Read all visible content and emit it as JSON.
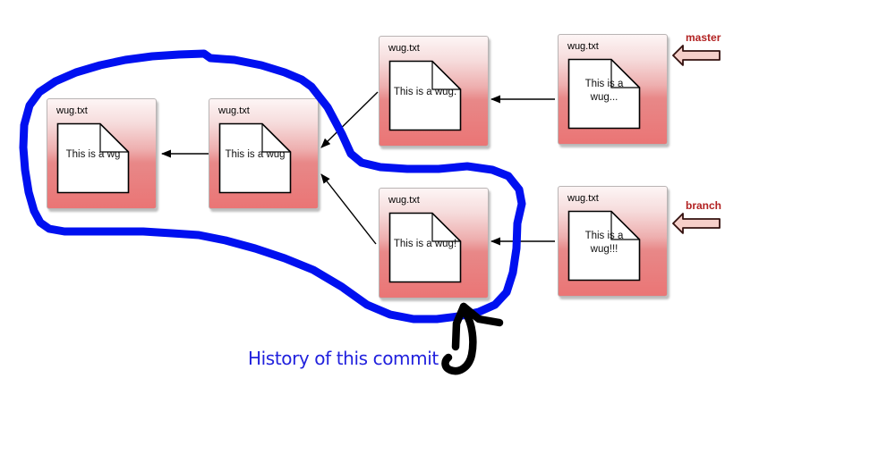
{
  "commits": [
    {
      "file": "wug.txt",
      "line1": "This is a wg"
    },
    {
      "file": "wug.txt",
      "line1": "This is a wug"
    },
    {
      "file": "wug.txt",
      "line1": "This is a wug."
    },
    {
      "file": "wug.txt",
      "line1": "This is a",
      "line2": "wug..."
    },
    {
      "file": "wug.txt",
      "line1": "This is a wug!"
    },
    {
      "file": "wug.txt",
      "line1": "This is a",
      "line2": "wug!!!"
    }
  ],
  "labels": {
    "master": "master",
    "branch": "branch"
  },
  "caption": "History of this commit",
  "colors": {
    "annotation_blue": "#0010f0",
    "ref_label_red": "#b22222",
    "caption_blue": "#2121dd",
    "box_gradient_top": "#fdf5f5",
    "box_gradient_bottom": "#ea7575",
    "block_arrow_fill": "#f6cfc9",
    "connector_black": "#000000"
  }
}
